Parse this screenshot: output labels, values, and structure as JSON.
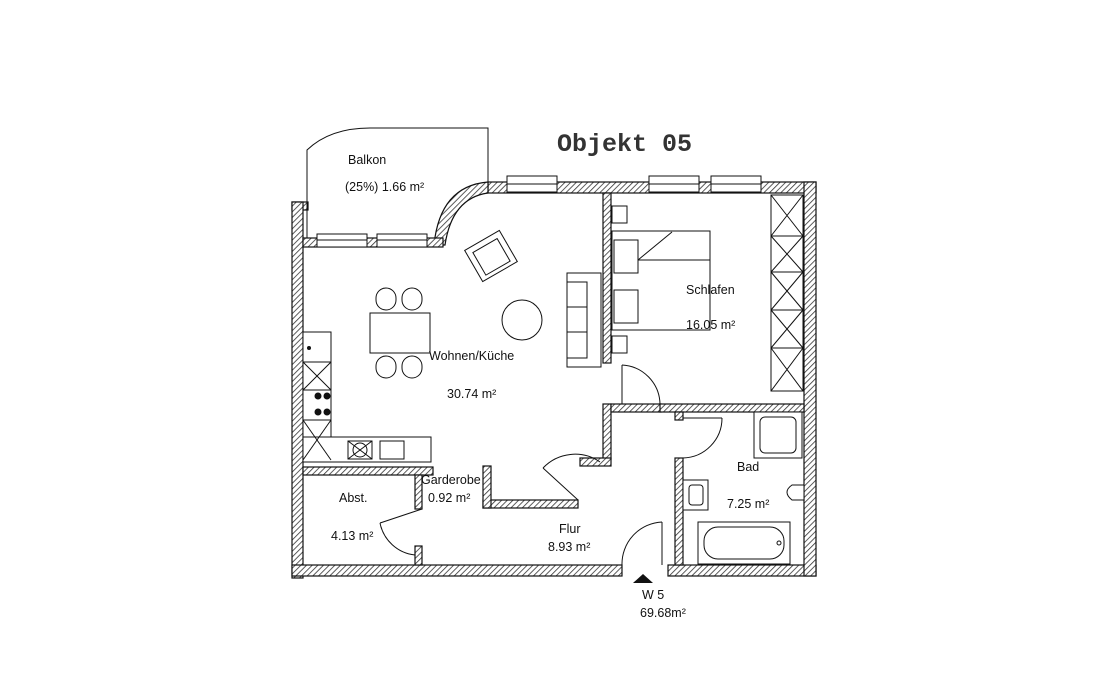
{
  "title": "Objekt 05",
  "rooms": {
    "balkon": {
      "name": "Balkon",
      "area": "(25%) 1.66 m²"
    },
    "wohnen": {
      "name": "Wohnen/Küche",
      "area": "30.74 m²"
    },
    "schlafen": {
      "name": "Schlafen",
      "area": "16.05 m²"
    },
    "bad": {
      "name": "Bad",
      "area": "7.25 m²"
    },
    "abst": {
      "name": "Abst.",
      "area": "4.13 m²"
    },
    "garderobe": {
      "name": "Garderobe",
      "area": "0.92 m²"
    },
    "flur": {
      "name": "Flur",
      "area": "8.93 m²"
    }
  },
  "unit": {
    "name": "W 5",
    "area": "69.68m²"
  },
  "icons": {
    "entrance": "entrance-arrow-icon"
  }
}
